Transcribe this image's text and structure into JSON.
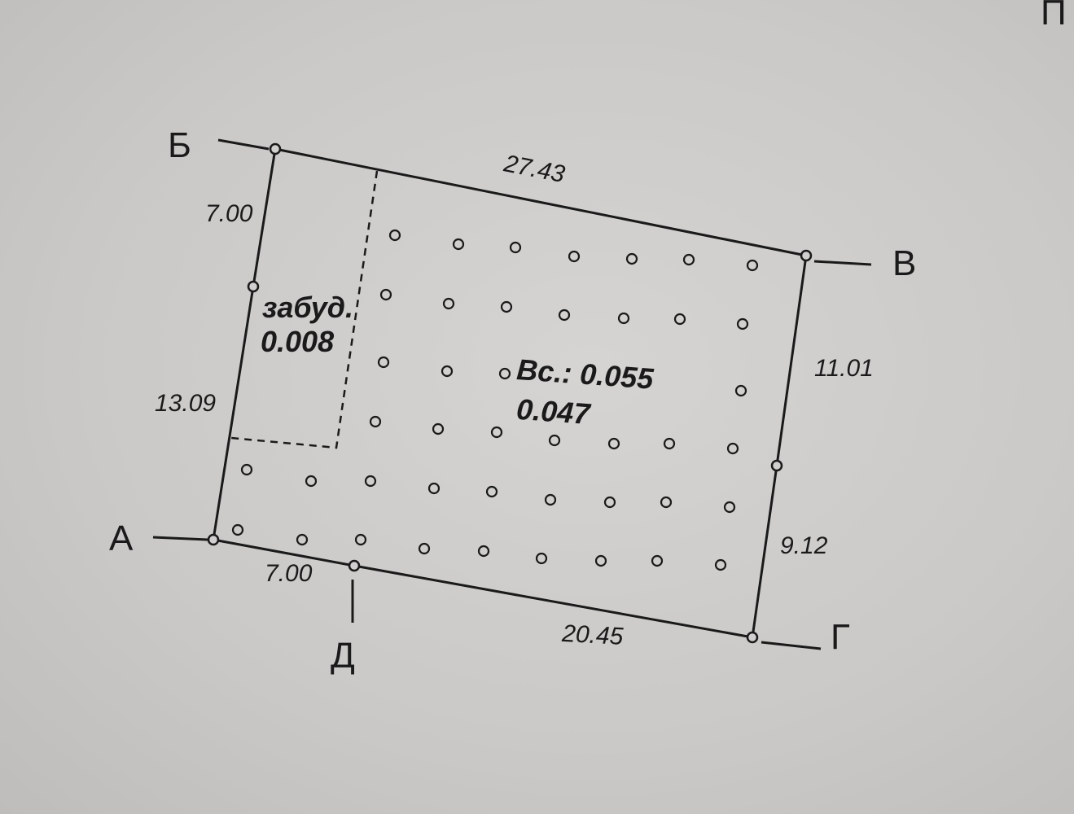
{
  "corner_text": "П",
  "points": {
    "a": "А",
    "b": "Б",
    "v": "В",
    "g": "Г",
    "d": "Д"
  },
  "dimensions": {
    "top": "27.43",
    "left_upper": "7.00",
    "left_lower": "13.09",
    "right_upper": "11.01",
    "right_lower": "9.12",
    "bottom_left": "7.00",
    "bottom_right": "20.45"
  },
  "built_area": {
    "label": "забуд.",
    "value": "0.008"
  },
  "total_area": {
    "label": "Вс.: 0.055",
    "value": "0.047"
  },
  "colors": {
    "ink": "#1a1a1a",
    "paper": "#cfcdcb"
  }
}
